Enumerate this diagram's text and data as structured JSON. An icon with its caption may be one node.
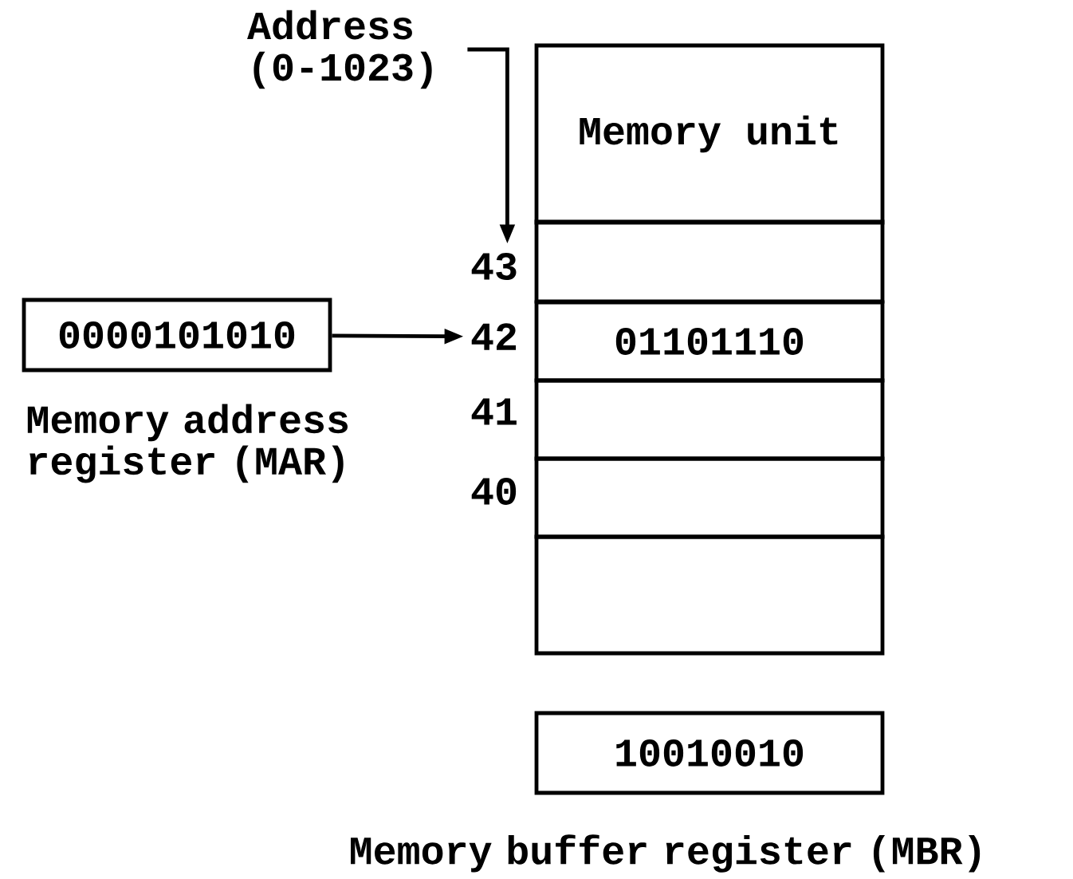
{
  "diagram": {
    "nodes": [
      {
        "text": [
          "Address (0-1023)"
        ]
      },
      {
        "text": [
          "Memory unit"
        ]
      },
      {
        "text": [],
        "shape": "box"
      },
      {
        "text": [
          "01101110"
        ]
      },
      {
        "text": [],
        "shape": "box"
      },
      {
        "text": [],
        "shape": "box"
      },
      {
        "text": [],
        "shape": "box"
      },
      {
        "text": [
          "43"
        ]
      },
      {
        "text": [
          "0000101010"
        ],
        "beside": [
          "Memory address register (MAR)"
        ]
      },
      {
        "text": [
          "42"
        ]
      },
      {
        "text": [
          "10010010"
        ],
        "beside": [
          "Memory buffer register (MBR)"
        ]
      }
    ],
    "edges": [
      {
        "from": 0,
        "to": 7,
        "arrow": "to"
      },
      {
        "from": 8,
        "to": 9,
        "arrow": "to"
      }
    ],
    "labels": [
      "41",
      "40"
    ]
  }
}
